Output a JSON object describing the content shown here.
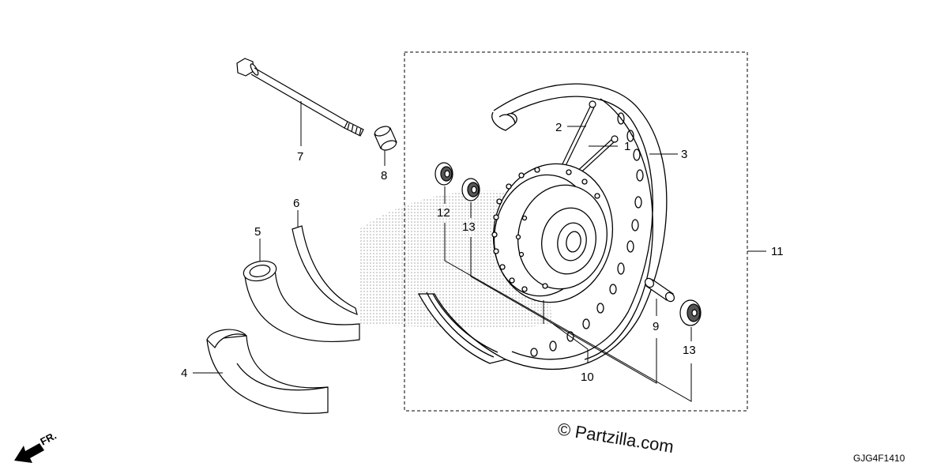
{
  "callouts": {
    "p1": "1",
    "p2": "2",
    "p3": "3",
    "p4": "4",
    "p5": "5",
    "p6": "6",
    "p7": "7",
    "p8": "8",
    "p9": "9",
    "p10": "10",
    "p11": "11",
    "p12": "12",
    "p13a": "13",
    "p13b": "13"
  },
  "direction_label": "FR.",
  "watermark": "© Partzilla.com",
  "diagram_code": "GJG4F1410",
  "colors": {
    "ink": "#000000",
    "background": "#ffffff",
    "dots": "#9a9a9a"
  }
}
